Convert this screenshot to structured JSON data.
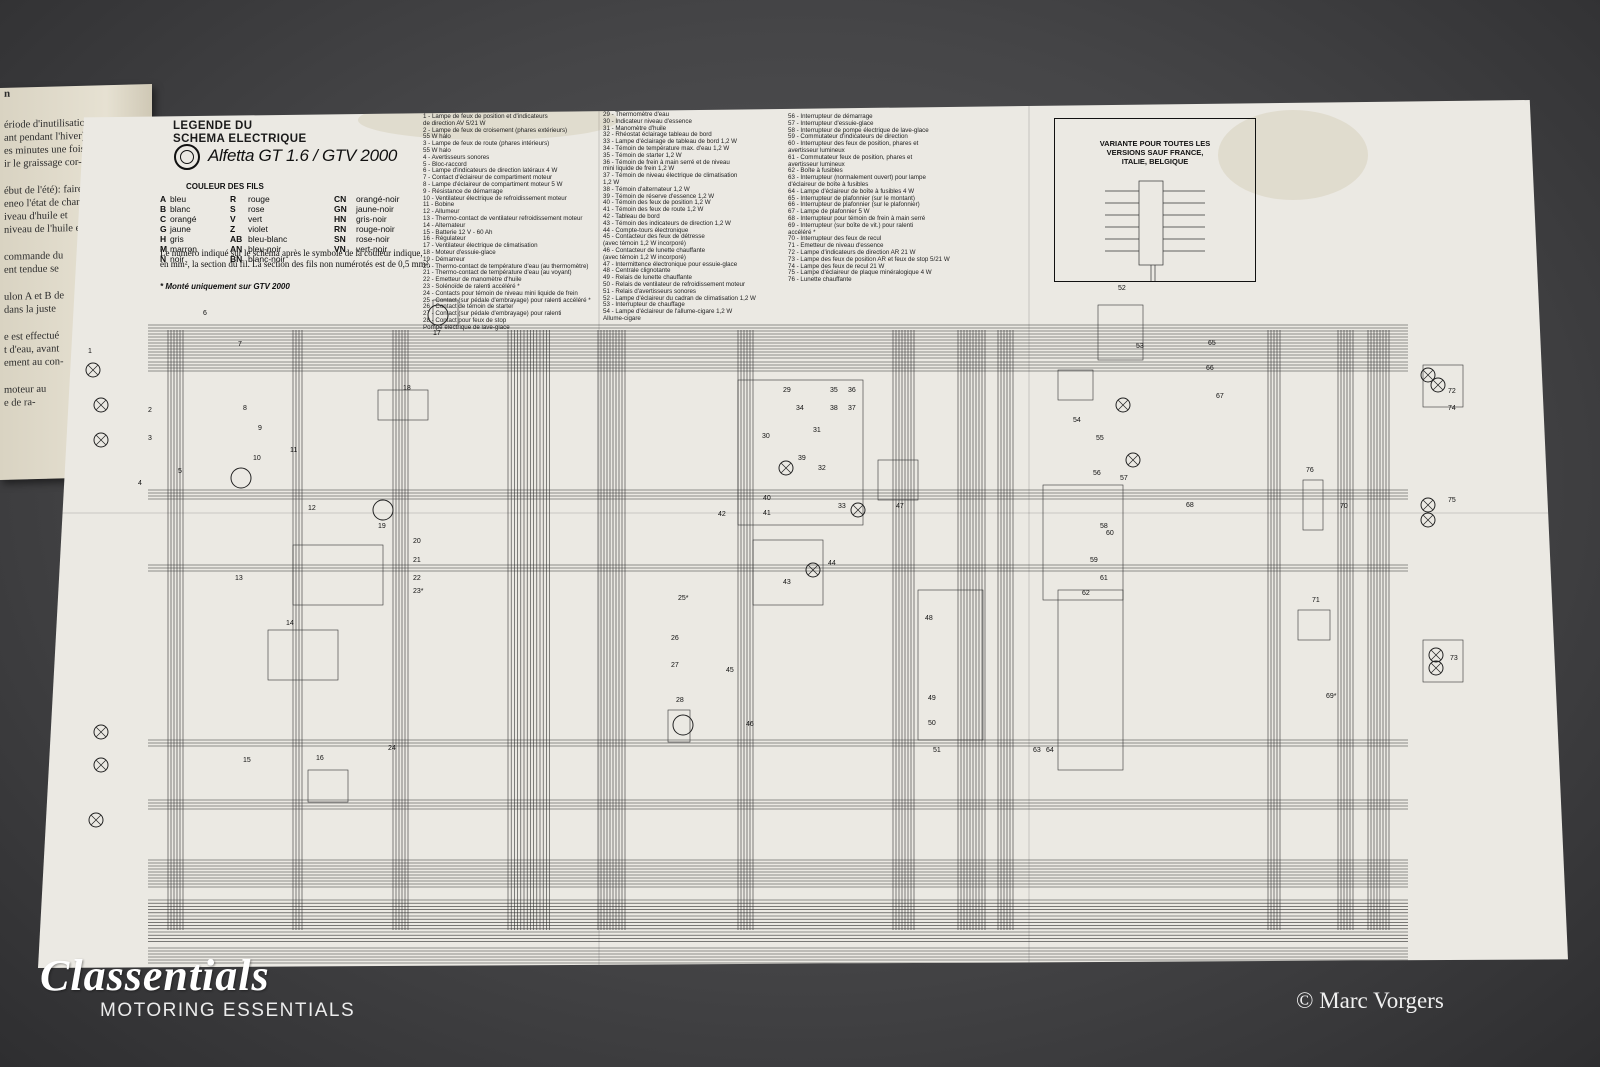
{
  "booklet": {
    "heading": "n",
    "lines": [
      "ériode d'inutilisation",
      "ant pendant l'hiver),",
      "es minutes une fois",
      "ir le graissage cor-",
      "",
      "ébut de l'été): faire",
      "eneo l'état de char-",
      "iveau d'huile et",
      "niveau de l'huile et",
      "",
      "commande du",
      "ent tendue se",
      "",
      "ulon A et B de",
      "dans la juste",
      "",
      "e est effectué",
      "t d'eau, avant",
      "ement au con-",
      "",
      "moteur au",
      "e de ra-"
    ]
  },
  "poster": {
    "legend_title_line1": "LEGENDE DU",
    "legend_title_line2": "SCHEMA ELECTRIQUE",
    "model": "Alfetta GT 1.6 / GTV 2000",
    "colors_heading": "COULEUR DES FILS",
    "colors": [
      {
        "c1": "A",
        "n1": "bleu",
        "c2": "R",
        "n2": "rouge",
        "c3": "CN",
        "n3": "orangé-noir"
      },
      {
        "c1": "B",
        "n1": "blanc",
        "c2": "S",
        "n2": "rose",
        "c3": "GN",
        "n3": "jaune-noir"
      },
      {
        "c1": "C",
        "n1": "orangé",
        "c2": "V",
        "n2": "vert",
        "c3": "HN",
        "n3": "gris-noir"
      },
      {
        "c1": "G",
        "n1": "jaune",
        "c2": "Z",
        "n2": "violet",
        "c3": "RN",
        "n3": "rouge-noir"
      },
      {
        "c1": "H",
        "n1": "gris",
        "c2": "AB",
        "n2": "bleu-blanc",
        "c3": "SN",
        "n3": "rose-noir"
      },
      {
        "c1": "M",
        "n1": "marron",
        "c2": "AN",
        "n2": "bleu-noir",
        "c3": "VN",
        "n3": "vert-noir"
      },
      {
        "c1": "N",
        "n1": "noir",
        "c2": "BN",
        "n2": "blanc-noir",
        "c3": "",
        "n3": ""
      }
    ],
    "note": "Le numéro indiqué sur le schéma après le symbole de la couleur indique, en mm², la section du fil. La section des fils non numérotés est de 0,5 mm².",
    "note_star": "* Monté uniquement sur GTV 2000",
    "list1": [
      "1 - Lampe de feux de position et d'indicateurs",
      "     de direction AV 5/21 W",
      "2 - Lampe de feux de croisement (phares extérieurs)",
      "     55 W halo",
      "3 - Lampe de feux de route (phares intérieurs)",
      "     55 W halo",
      "4 - Avertisseurs sonores",
      "5 - Bloc-raccord",
      "6 - Lampe d'indicateurs de direction latéraux 4 W",
      "7 - Contact d'éclaireur de compartiment moteur",
      "8 - Lampe d'éclaireur de compartiment moteur 5 W",
      "9 - Résistance de démarrage",
      "10 - Ventilateur électrique de refroidissement moteur",
      "11 - Bobine",
      "12 - Allumeur",
      "13 - Thermo-contact de ventilateur refroidissement moteur",
      "14 - Alternateur",
      "15 - Batterie 12 V - 60 Ah",
      "16 - Régulateur",
      "17 - Ventilateur électrique de climatisation",
      "18 - Moteur d'essuie-glace",
      "19 - Démarreur",
      "20 - Thermo-contact de température d'eau (au thermomètre)",
      "21 - Thermo-contact de température d'eau (au voyant)",
      "22 - Emetteur de manomètre d'huile",
      "23 - Solénoïde de ralenti accéléré *",
      "24 - Contacts pour témoin de niveau mini liquide de frein",
      "25 - Contact (sur pédale d'embrayage) pour ralenti accéléré *",
      "26 - Contact de témoin de starter",
      "27 - Contact (sur pédale d'embrayage) pour ralenti",
      "28 - Contact pour feux de stop",
      "     Pompe électrique de lave-glace"
    ],
    "list2": [
      "29 - Thermomètre d'eau",
      "30 - Indicateur niveau d'essence",
      "31 - Manomètre d'huile",
      "32 - Rhéostat éclairage tableau de bord",
      "33 - Lampe d'éclairage de tableau de bord 1,2 W",
      "34 - Témoin de température max. d'eau 1,2 W",
      "35 - Témoin de starter 1,2 W",
      "36 - Témoin de frein à main serré et de niveau",
      "     mini liquide de frein 1,2 W",
      "37 - Témoin de niveau électrique de climatisation",
      "     1,2 W",
      "38 - Témoin d'alternateur 1,2 W",
      "39 - Témoin de réserve d'essence 1,2 W",
      "40 - Témoin des feux de position 1,2 W",
      "41 - Témoin des feux de route 1,2 W",
      "42 - Tableau de bord",
      "43 - Témoin des indicateurs de direction 1,2 W",
      "44 - Compte-tours électronique",
      "45 - Contacteur des feux de détresse",
      "     (avec témoin 1,2 W incorporé)",
      "46 - Contacteur de lunette chauffante",
      "     (avec témoin 1,2 W incorporé)",
      "47 - Intermittence électronique pour essuie-glace",
      "48 - Centrale clignotante",
      "49 - Relais de lunette chauffante",
      "50 - Relais de ventilateur de refroidissement moteur",
      "51 - Relais d'avertisseurs sonores",
      "52 - Lampe d'éclaireur du cadran de climatisation 1,2 W",
      "53 - Interrupteur de chauffage",
      "54 - Lampe d'éclaireur de l'allume-cigare 1,2 W",
      "     Allume-cigare"
    ],
    "list3": [
      "56 - Interrupteur de démarrage",
      "57 - Interrupteur d'essuie-glace",
      "58 - Interrupteur de pompe électrique de lave-glace",
      "59 - Commutateur d'indicateurs de direction",
      "60 - Interrupteur des feux de position, phares et",
      "     avertisseur lumineux",
      "61 - Commutateur feux de position, phares et",
      "     avertisseur lumineux",
      "62 - Boîte à fusibles",
      "63 - Interrupteur (normalement ouvert) pour lampe",
      "     d'éclaireur de boîte à fusibles",
      "64 - Lampe d'éclaireur de boîte à fusibles 4 W",
      "65 - Interrupteur de plafonnier (sur le montant)",
      "66 - Interrupteur de plafonnier (sur le plafonnier)",
      "67 - Lampe de plafonnier 5 W",
      "68 - Interrupteur pour témoin de frein à main serré",
      "69 - Interrupteur (sur boîte de vit.) pour ralenti",
      "     accéléré *",
      "70 - Interrupteur des feux de recul",
      "71 - Emetteur de niveau d'essence",
      "72 - Lampe d'indicateurs de direction AR 21 W",
      "73 - Lampe des feux de position AR et feux de stop 5/21 W",
      "74 - Lampe des feux de recul 21 W",
      "75 - Lampe d'éclaireur de plaque minéralogique 4 W",
      "76 - Lunette chauffante"
    ],
    "variant_line1": "VARIANTE POUR TOUTES LES",
    "variant_line2": "VERSIONS SAUF FRANCE,",
    "variant_line3": "ITALIE, BELGIQUE",
    "component_numbers": {
      "n1": "1",
      "n2": "2",
      "n3": "3",
      "n4": "4",
      "n5": "5",
      "n6": "6",
      "n7": "7",
      "n8": "8",
      "n9": "9",
      "n10": "10",
      "n11": "11",
      "n12": "12",
      "n13": "13",
      "n14": "14",
      "n15": "15",
      "n16": "16",
      "n17": "17",
      "n18": "18",
      "n19": "19",
      "n20": "20",
      "n21": "21",
      "n22": "22",
      "n23": "23*",
      "n24": "24",
      "n25": "25*",
      "n26": "26",
      "n27": "27",
      "n28": "28",
      "n29": "29",
      "n30": "30",
      "n31": "31",
      "n32": "32",
      "n33": "33",
      "n34": "34",
      "n35": "35",
      "n36": "36",
      "n37": "37",
      "n38": "38",
      "n39": "39",
      "n40": "40",
      "n41": "41",
      "n42": "42",
      "n43": "43",
      "n44": "44",
      "n45": "45",
      "n46": "46",
      "n47": "47",
      "n48": "48",
      "n49": "49",
      "n50": "50",
      "n51": "51",
      "n52": "52",
      "n53": "53",
      "n54": "54",
      "n55": "55",
      "n56": "56",
      "n57": "57",
      "n58": "58",
      "n59": "59",
      "n60": "60",
      "n61": "61",
      "n62": "62",
      "n63": "63",
      "n64": "64",
      "n65": "65",
      "n66": "66",
      "n67": "67",
      "n68": "68",
      "n69": "69*",
      "n70": "70",
      "n71": "71",
      "n72": "72",
      "n73": "73",
      "n74": "74",
      "n75": "75",
      "n76": "76"
    }
  },
  "watermark": {
    "brand": "Classentials",
    "tagline": "MOTORING ESSENTIALS",
    "credit": "© Marc Vorgers"
  }
}
